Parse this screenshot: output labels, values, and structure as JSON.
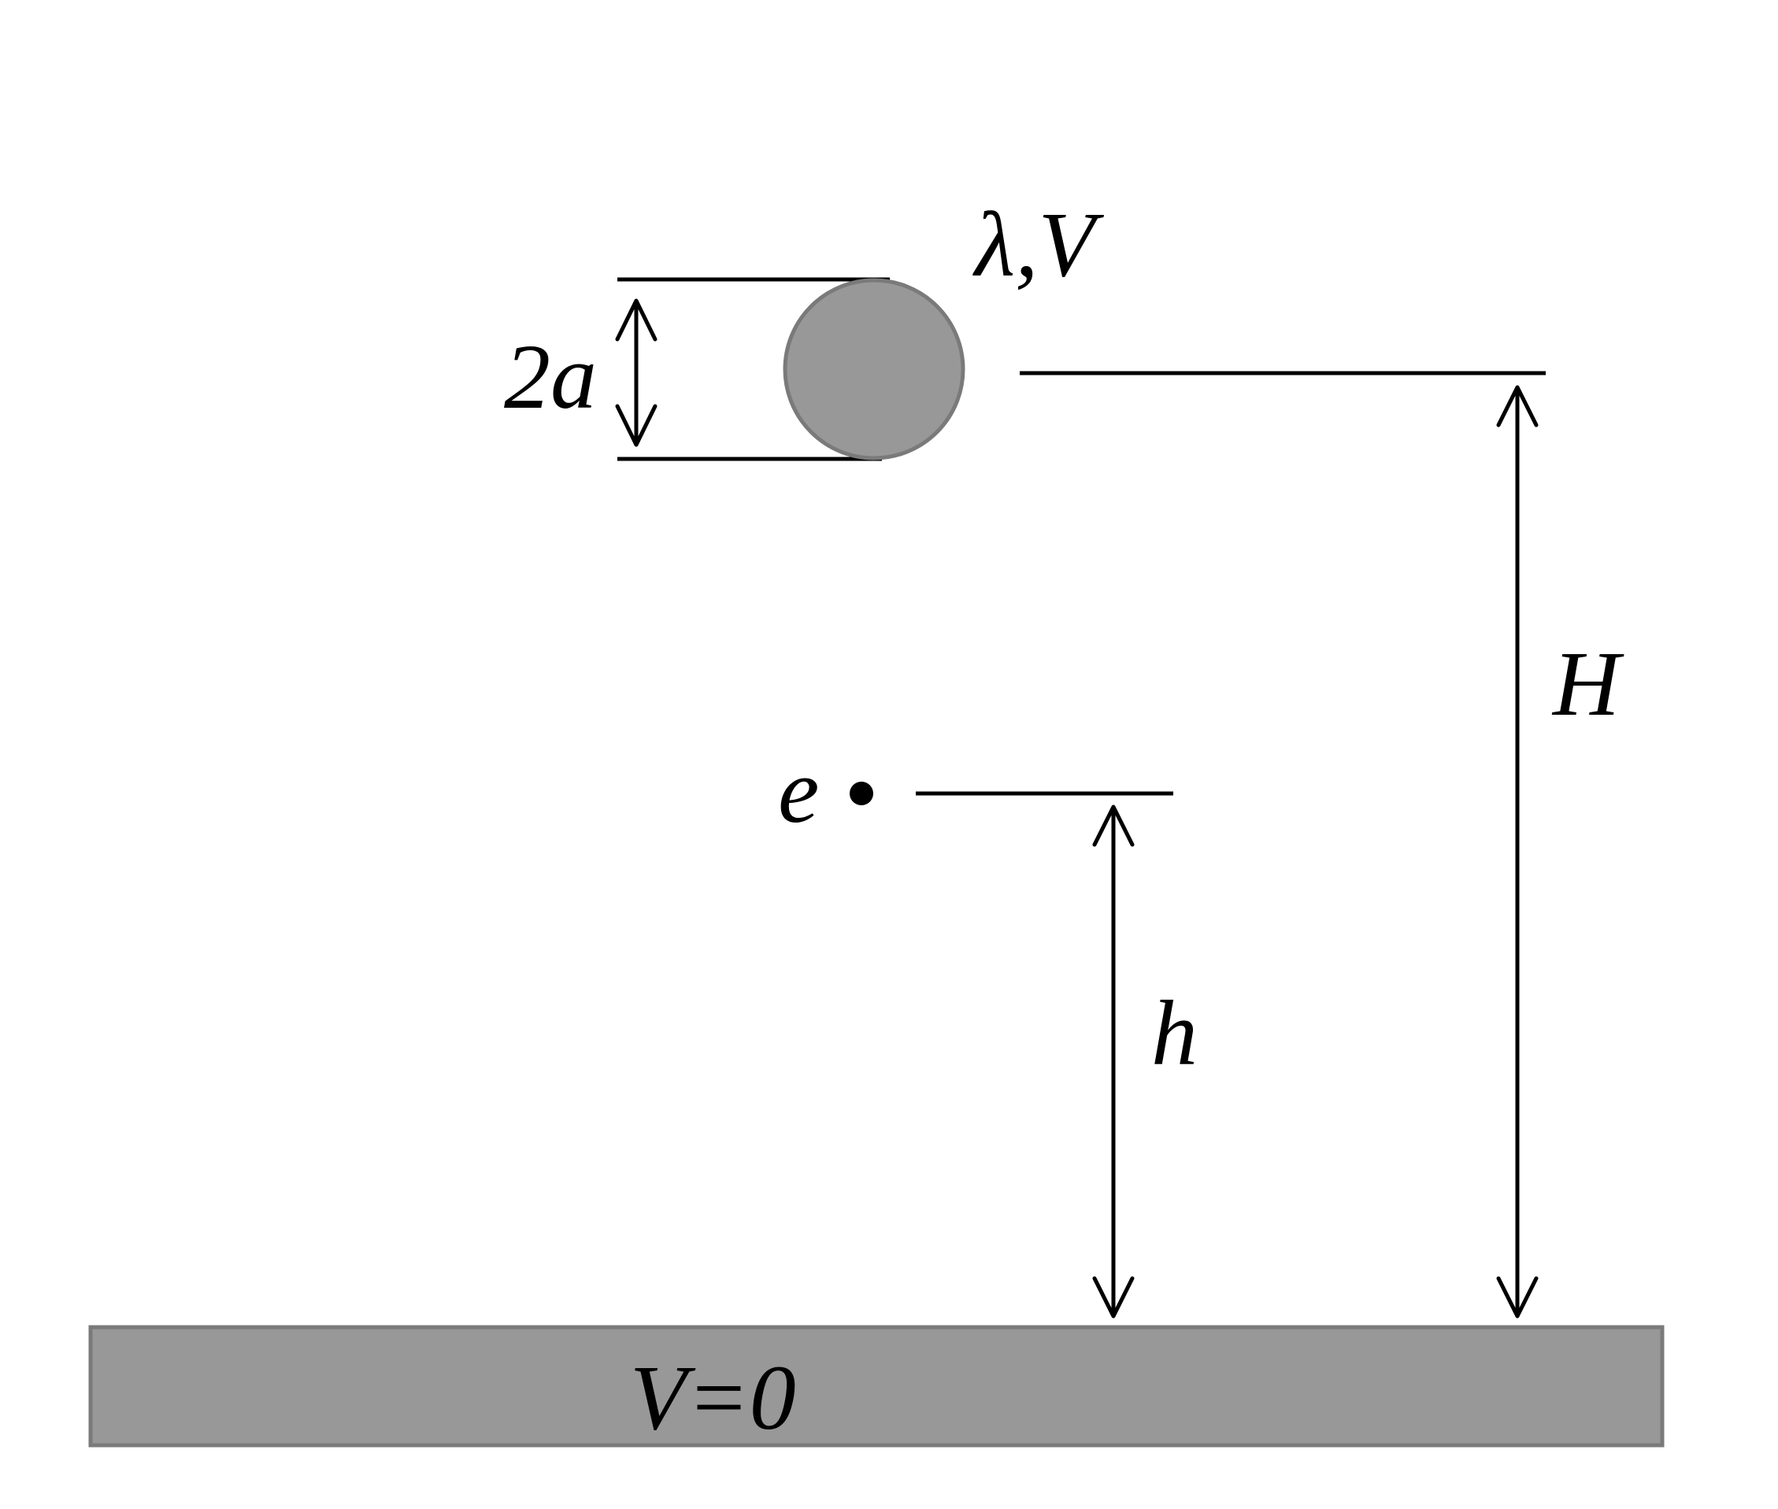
{
  "labels": {
    "wire_charge": "λ,V",
    "wire_diameter": "2a",
    "wire_height": "H",
    "charge": "e",
    "charge_height": "h",
    "plane_potential": "V=0"
  },
  "colors": {
    "wire_fill": "#989898",
    "wire_stroke": "#7a7a7a",
    "plane_fill": "#989898",
    "plane_stroke": "#7a7a7a",
    "line": "#000000"
  }
}
